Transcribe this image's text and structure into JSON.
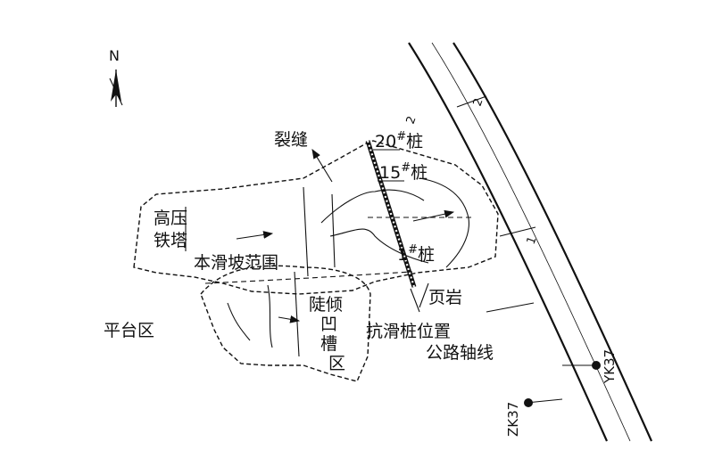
{
  "north": {
    "label": "N"
  },
  "labels": {
    "crack": "裂缝",
    "pile_20": "20",
    "pile_20_mark": "#",
    "pile_20_suffix": "桩",
    "pile_15": "15",
    "pile_15_mark": "#",
    "pile_15_suffix": "桩",
    "pile_1": "1",
    "pile_1_mark": "#",
    "pile_1_suffix": "桩",
    "tower_line1": "高压",
    "tower_line2": "铁塔",
    "landslide_range": "本滑坡范围",
    "platform_area": "平台区",
    "steep_line1": "陡倾",
    "steep_line2": "凹",
    "steep_line3": "槽",
    "steep_line4": "区",
    "shale": "页岩",
    "pile_position": "抗滑桩位置",
    "road_axis": "公路轴线",
    "station_a": "YK37",
    "station_b": "ZK37",
    "tick_2": "2",
    "tick_2b": "2",
    "tick_1": "1"
  }
}
